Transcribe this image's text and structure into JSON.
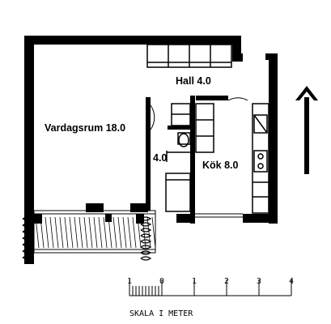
{
  "rooms": [
    {
      "name": "Vardagsrum 18.0"
    },
    {
      "name": "Hall 4.0"
    },
    {
      "name": "4.0"
    },
    {
      "name": "Kök 8.0"
    }
  ],
  "scale": {
    "title": "SKALA I METER",
    "ticks": [
      "1",
      "0",
      "1",
      "2",
      "3",
      "4"
    ]
  },
  "north_arrow": "up-arrow-icon"
}
